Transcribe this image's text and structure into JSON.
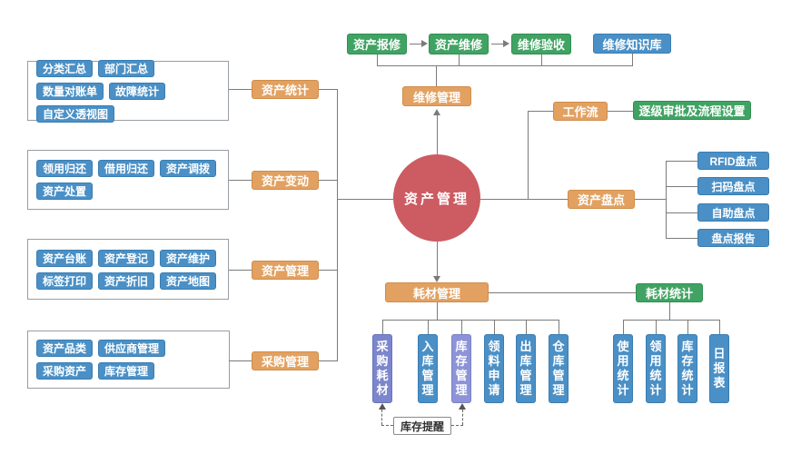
{
  "palette": {
    "blue": "#4a90c6",
    "green": "#41a363",
    "orange": "#e2a161",
    "purple1": "#7c86cc",
    "purple2": "#8c93d8",
    "red": "#cc5b62",
    "line": "#7b7b7b"
  },
  "center": {
    "label": "资产管理"
  },
  "left_groups": [
    {
      "branch": "资产统计",
      "items": [
        "分类汇总",
        "部门汇总",
        "数量对账单",
        "故障统计",
        "自定义透视图"
      ]
    },
    {
      "branch": "资产变动",
      "items": [
        "领用归还",
        "借用归还",
        "资产调拨",
        "资产处置"
      ]
    },
    {
      "branch": "资产管理",
      "items": [
        "资产台账",
        "资产登记",
        "资产维护",
        "标签打印",
        "资产折旧",
        "资产地图"
      ]
    },
    {
      "branch": "采购管理",
      "items": [
        "资产品类",
        "供应商管理",
        "采购资产",
        "库存管理"
      ]
    }
  ],
  "maintenance": {
    "branch": "维修管理",
    "flow": [
      "资产报修",
      "资产维修",
      "维修验收"
    ],
    "knowledge_base": "维修知识库"
  },
  "workflow": {
    "branch": "工作流",
    "item": "逐级审批及流程设置"
  },
  "stocktake": {
    "branch": "资产盘点",
    "items": [
      "RFID盘点",
      "扫码盘点",
      "自助盘点",
      "盘点报告"
    ]
  },
  "consumables": {
    "branch": "耗材管理",
    "items": [
      "采购耗材",
      "入库管理",
      "库存管理",
      "领料申请",
      "出库管理",
      "仓库管理"
    ],
    "reminder": "库存提醒"
  },
  "consumable_stats": {
    "branch": "耗材统计",
    "items": [
      "使用统计",
      "领用统计",
      "库存统计",
      "日报表"
    ]
  }
}
